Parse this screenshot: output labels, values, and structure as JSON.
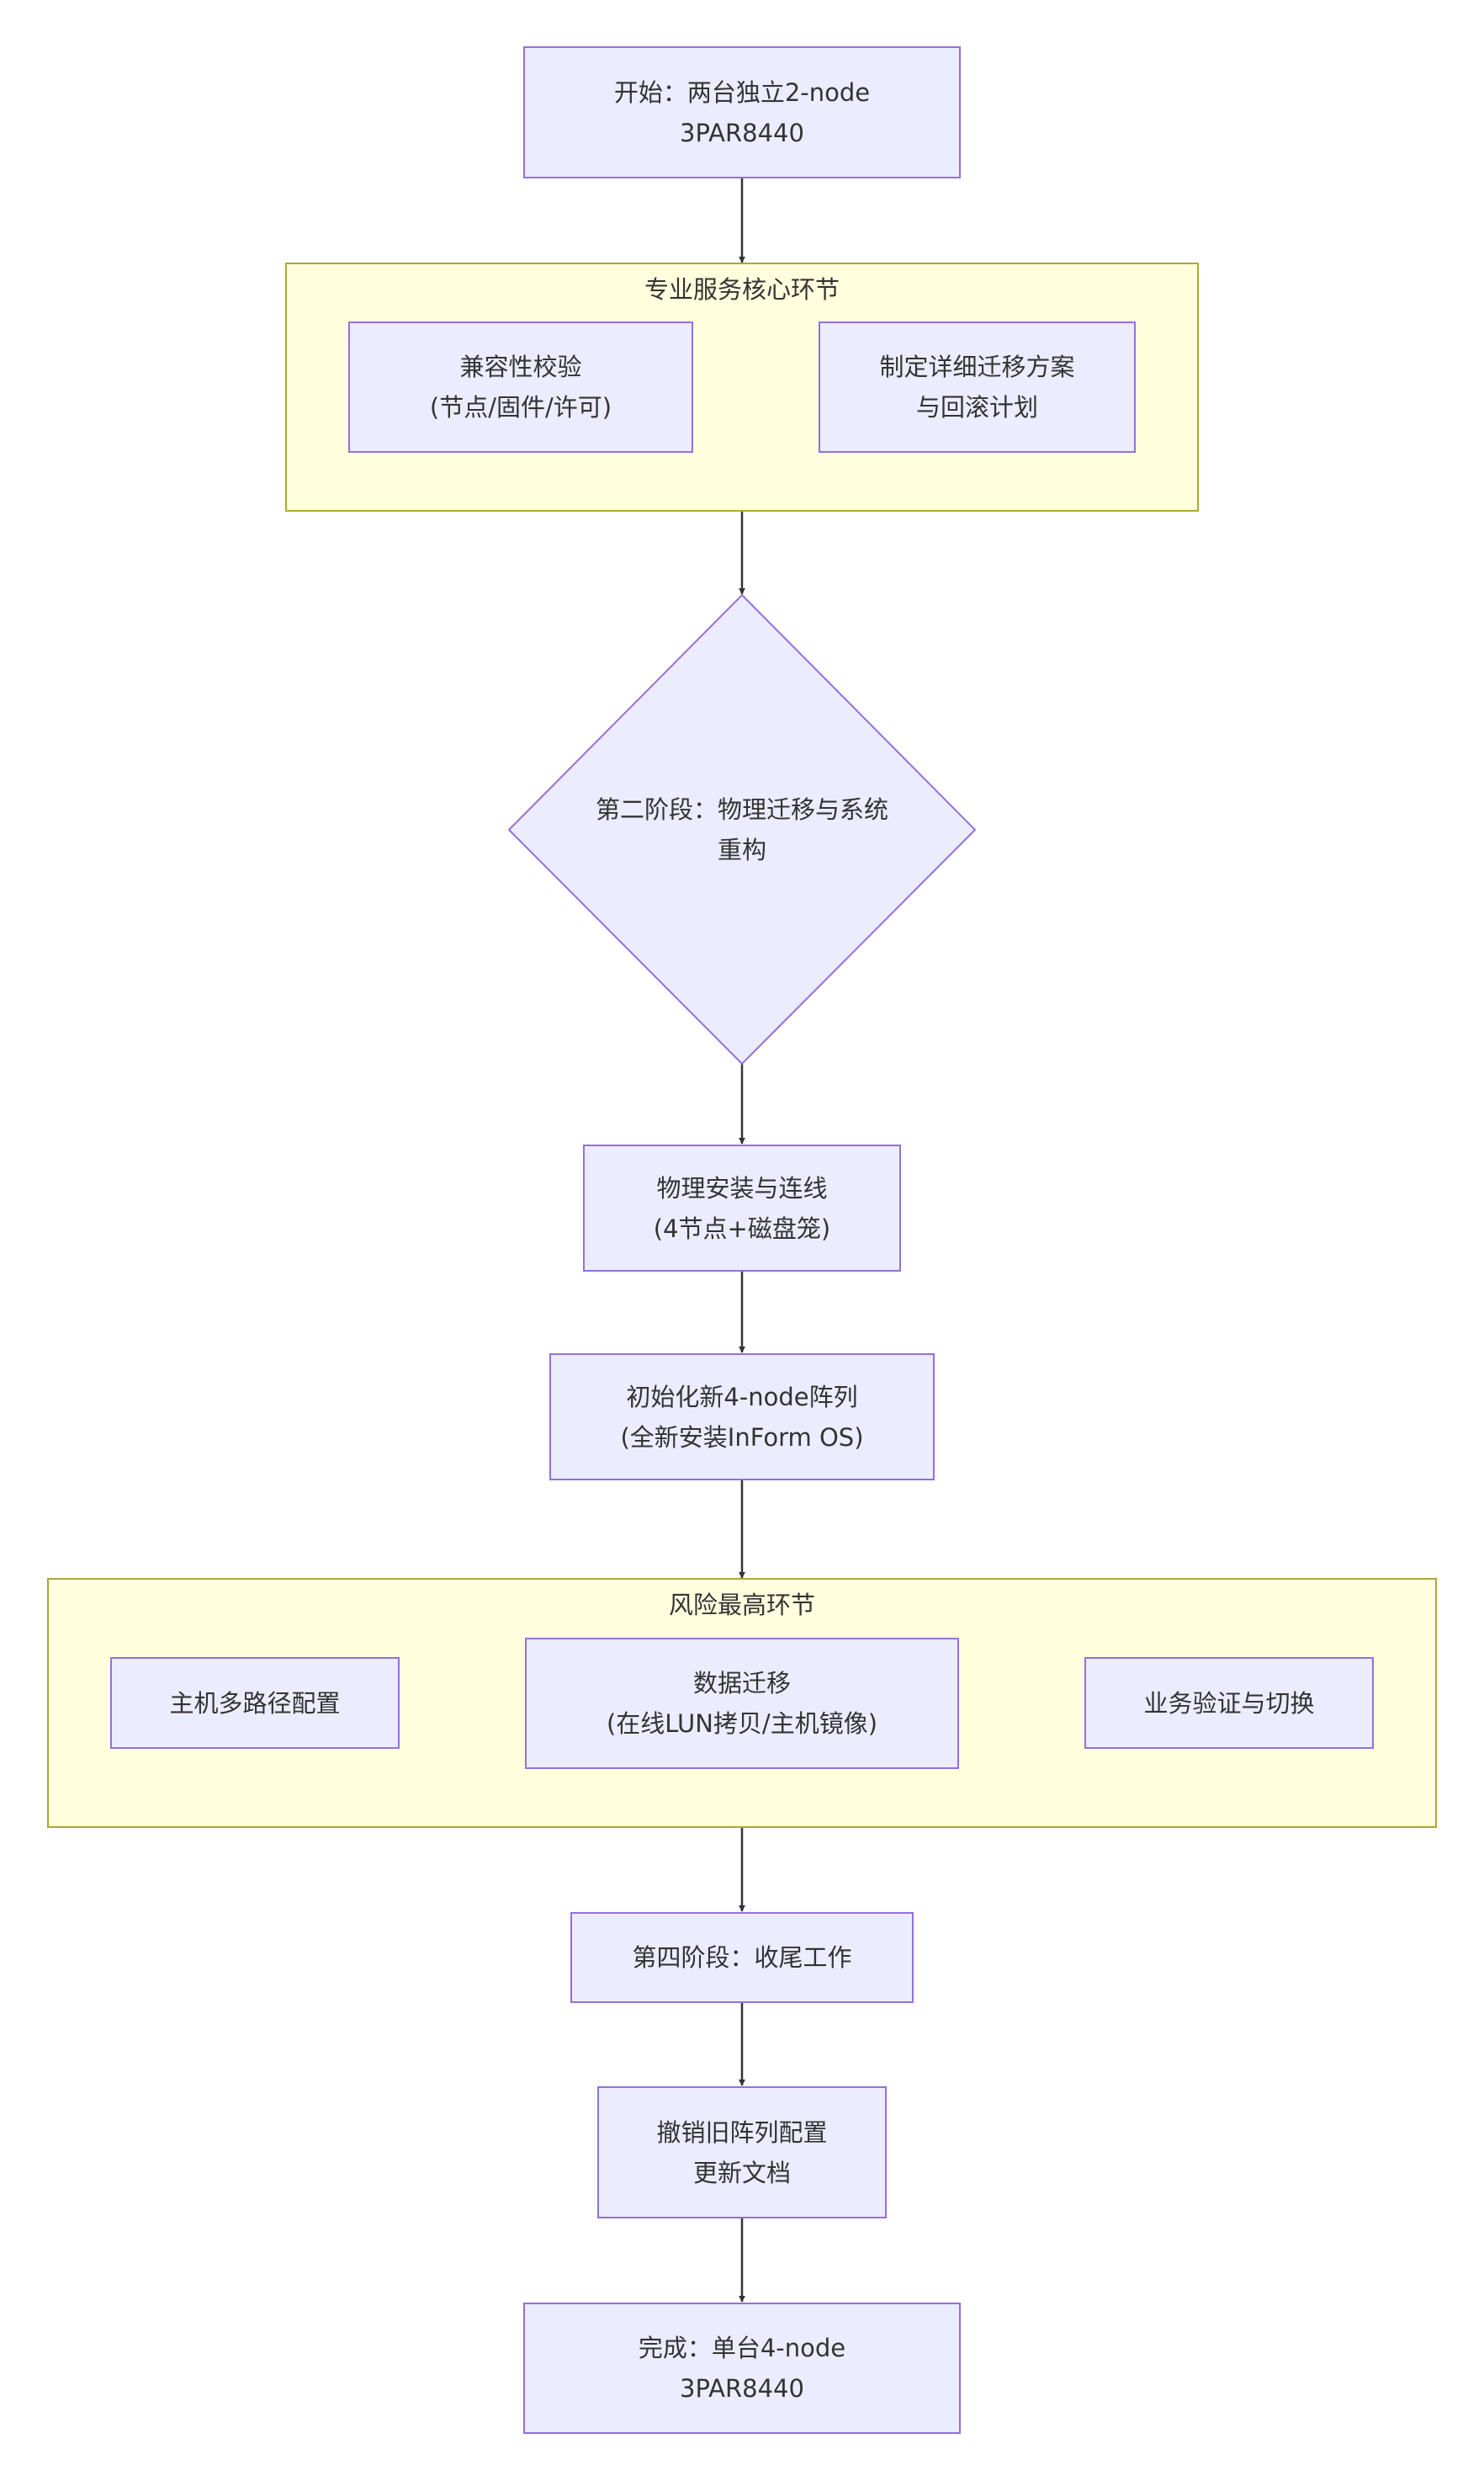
{
  "colors": {
    "node_fill": "#ececff",
    "node_stroke": "#9370db",
    "cluster_fill": "#ffffde",
    "cluster_stroke": "#aaaa33",
    "edge": "#333333",
    "text": "#333333"
  },
  "clusters": {
    "pro_service": {
      "label": "专业服务核心环节"
    },
    "high_risk": {
      "label": "风险最高环节"
    }
  },
  "nodes": {
    "start": {
      "label": "开始：两台独立2-node\n3PAR8440"
    },
    "compat_check": {
      "label": "兼容性校验\n(节点/固件/许可)"
    },
    "migration_plan": {
      "label": "制定详细迁移方案\n与回滚计划"
    },
    "phase2": {
      "label": "第二阶段：物理迁移与系统\n重构"
    },
    "physical_install": {
      "label": "物理安装与连线\n(4节点+磁盘笼)"
    },
    "init_array": {
      "label": "初始化新4-node阵列\n(全新安装InForm OS)"
    },
    "multipath": {
      "label": "主机多路径配置"
    },
    "data_migration": {
      "label": "数据迁移\n(在线LUN拷贝/主机镜像)"
    },
    "verify_switch": {
      "label": "业务验证与切换"
    },
    "phase4": {
      "label": "第四阶段：收尾工作"
    },
    "cleanup": {
      "label": "撤销旧阵列配置\n更新文档"
    },
    "done": {
      "label": "完成：单台4-node\n3PAR8440"
    }
  },
  "edges": [
    {
      "from": "start",
      "to": "compat_check_cluster"
    },
    {
      "from": "compat_check",
      "to": "migration_plan"
    },
    {
      "from": "pro_service_cluster",
      "to": "phase2"
    },
    {
      "from": "phase2",
      "to": "physical_install"
    },
    {
      "from": "physical_install",
      "to": "init_array"
    },
    {
      "from": "init_array",
      "to": "high_risk_cluster"
    },
    {
      "from": "multipath",
      "to": "data_migration"
    },
    {
      "from": "data_migration",
      "to": "verify_switch"
    },
    {
      "from": "high_risk_cluster",
      "to": "phase4"
    },
    {
      "from": "phase4",
      "to": "cleanup"
    },
    {
      "from": "cleanup",
      "to": "done"
    }
  ]
}
